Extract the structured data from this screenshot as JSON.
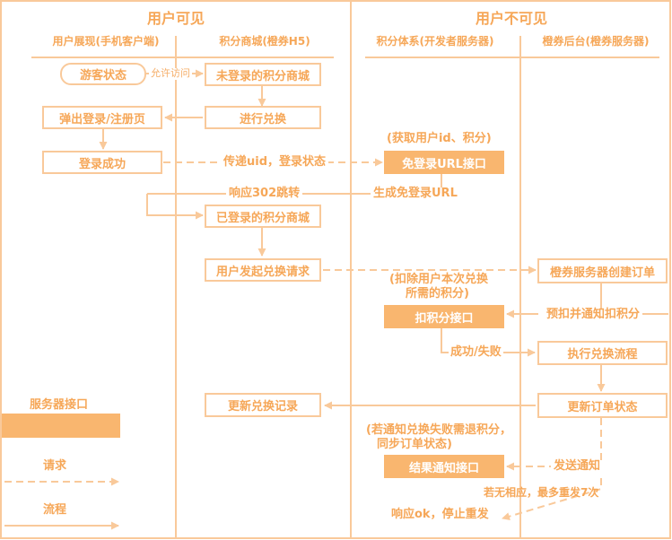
{
  "sections": {
    "visible": "用户可见",
    "invisible": "用户不可见"
  },
  "columns": {
    "client": "用户展现(手机客户端)",
    "mall": "积分商城(橙券H5)",
    "points": "积分体系(开发者服务器)",
    "backend": "橙券后台(橙券服务器)"
  },
  "nodes": {
    "guest": "游客状态",
    "unlogged_mall": "未登录的积分商城",
    "popup_login": "弹出登录/注册页",
    "do_exchange": "进行兑换",
    "login_ok": "登录成功",
    "free_login_api": "免登录URL接口",
    "logged_mall": "已登录的积分商城",
    "user_request": "用户发起兑换请求",
    "create_order": "橙券服务器创建订单",
    "deduct_api": "扣积分接口",
    "run_flow": "执行兑换流程",
    "update_record": "更新兑换记录",
    "update_order": "更新订单状态",
    "notify_api": "结果通知接口"
  },
  "labels": {
    "allow_visit": "允许访问",
    "pass_uid": "传递uid，登录状态",
    "get_uid": "(获取用户id、积分)",
    "resp302": "响应302跳转",
    "gen_url": "生成免登录URL",
    "deduct_note_1": "(扣除用户本次兑换",
    "deduct_note_2": "所需的积分)",
    "pre_deduct": "预扣并通知扣积分",
    "success_fail": "成功/失败",
    "notify_note_1": "(若通知兑换失败需退积分，",
    "notify_note_2": "同步订单状态)",
    "send_notify": "发送通知",
    "retry": "若无相应，最多重发7次",
    "resp_ok": "响应ok，停止重发"
  },
  "legend": {
    "api": "服务器接口",
    "request": "请求",
    "flow": "流程"
  },
  "colors": {
    "text": "#f6a758",
    "line": "#f9c99a",
    "fill": "#f9b66f"
  }
}
